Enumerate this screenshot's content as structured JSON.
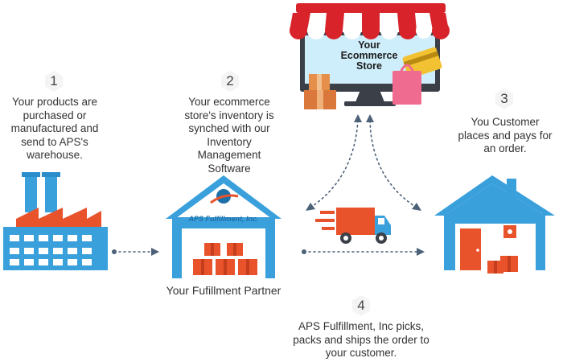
{
  "store": {
    "line1": "Your",
    "line2": "Ecommerce",
    "line3": "Store"
  },
  "steps": [
    {
      "num": "1",
      "text": [
        "Your products are",
        "purchased or",
        "manufactured and",
        "send to APS's",
        "warehouse."
      ]
    },
    {
      "num": "2",
      "text": [
        "Your ecommerce",
        "store's inventory is",
        "synched with our",
        "Inventory",
        "Management",
        "Software"
      ]
    },
    {
      "num": "3",
      "text": [
        "You Customer",
        "places and pays for",
        "an order."
      ]
    },
    {
      "num": "4",
      "text": [
        "APS Fulfillment, Inc picks,",
        "packs and ships the order to",
        "your customer."
      ]
    }
  ],
  "warehouse": {
    "sign": "APS Fulfillment, Inc.",
    "caption": "Your Fufillment Partner"
  },
  "colors": {
    "blue": "#3aa0dc",
    "dark_blue": "#1d6fa8",
    "orange": "#e8532b",
    "red": "#d8232a",
    "pink": "#ef6b8f",
    "yellow": "#f3c233",
    "arrow": "#4b6178"
  },
  "icons": [
    "factory-icon",
    "warehouse-icon",
    "storefront-monitor-icon",
    "delivery-truck-icon",
    "house-icon"
  ]
}
